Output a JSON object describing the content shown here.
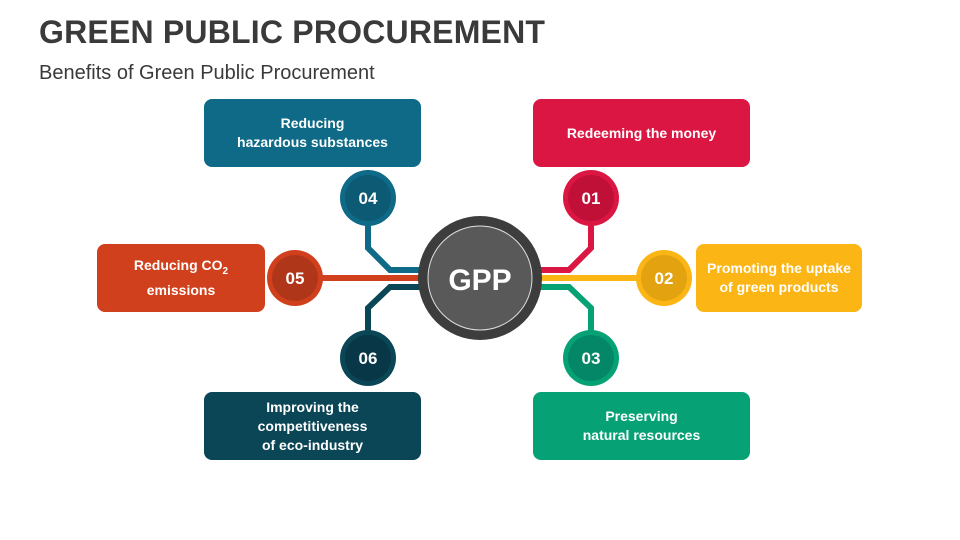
{
  "title": "GREEN PUBLIC PROCUREMENT",
  "subtitle": "Benefits of Green Public Procurement",
  "center_label": "GPP",
  "items": [
    {
      "number": "01",
      "lines": [
        "Redeeming the money"
      ],
      "color": "#dc1642"
    },
    {
      "number": "02",
      "lines": [
        "Promoting the uptake",
        "of green products"
      ],
      "color": "#fbb515"
    },
    {
      "number": "03",
      "lines": [
        "Preserving",
        "natural resources"
      ],
      "color": "#06a175"
    },
    {
      "number": "04",
      "lines": [
        "Reducing",
        "hazardous substances"
      ],
      "color": "#0e6a87"
    },
    {
      "number": "05",
      "lines": [
        "Reducing CO",
        "emissions"
      ],
      "subscript": "2",
      "color": "#d0401c"
    },
    {
      "number": "06",
      "lines": [
        "Improving the competitiveness",
        "of eco-industry"
      ],
      "color": "#0b4657"
    }
  ]
}
